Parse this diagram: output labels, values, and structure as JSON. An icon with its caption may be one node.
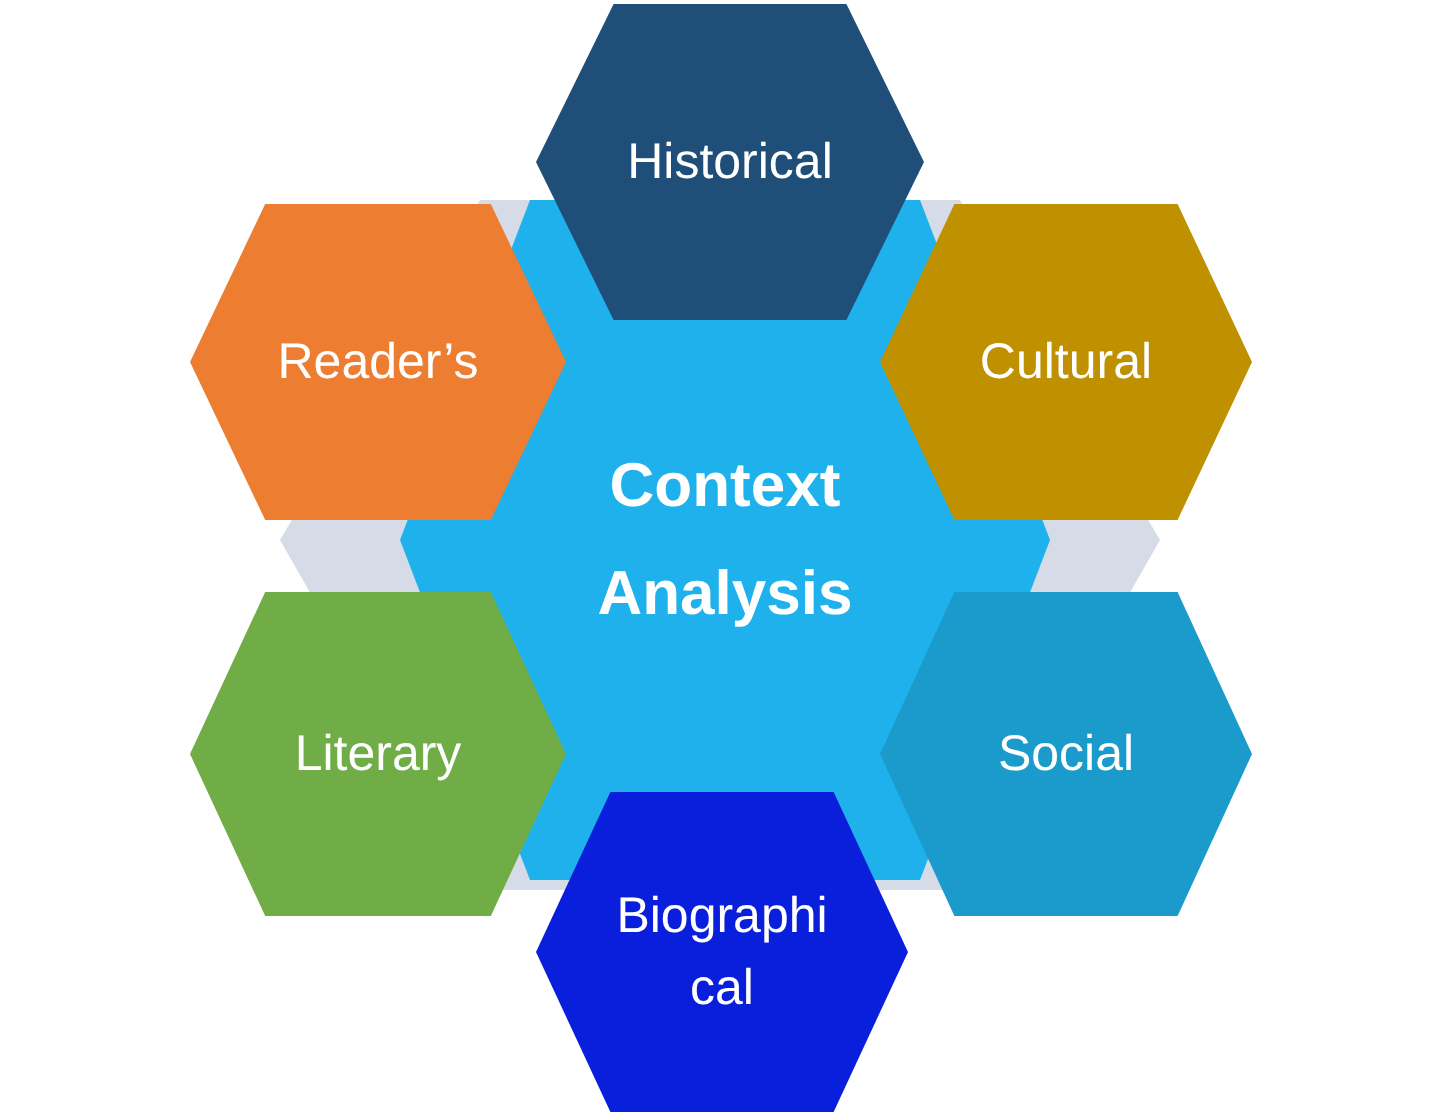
{
  "diagram": {
    "nodes": [
      {
        "text": [
          "Historical"
        ]
      },
      {
        "text": [
          "Reader’s"
        ]
      },
      {
        "text": [
          "Context Analysis"
        ]
      },
      {
        "text": [
          "Cultural"
        ]
      },
      {
        "text": [
          "Literary"
        ]
      },
      {
        "text": [
          "Social"
        ]
      },
      {
        "text": [
          "Biographi cal"
        ]
      }
    ],
    "edges": []
  }
}
